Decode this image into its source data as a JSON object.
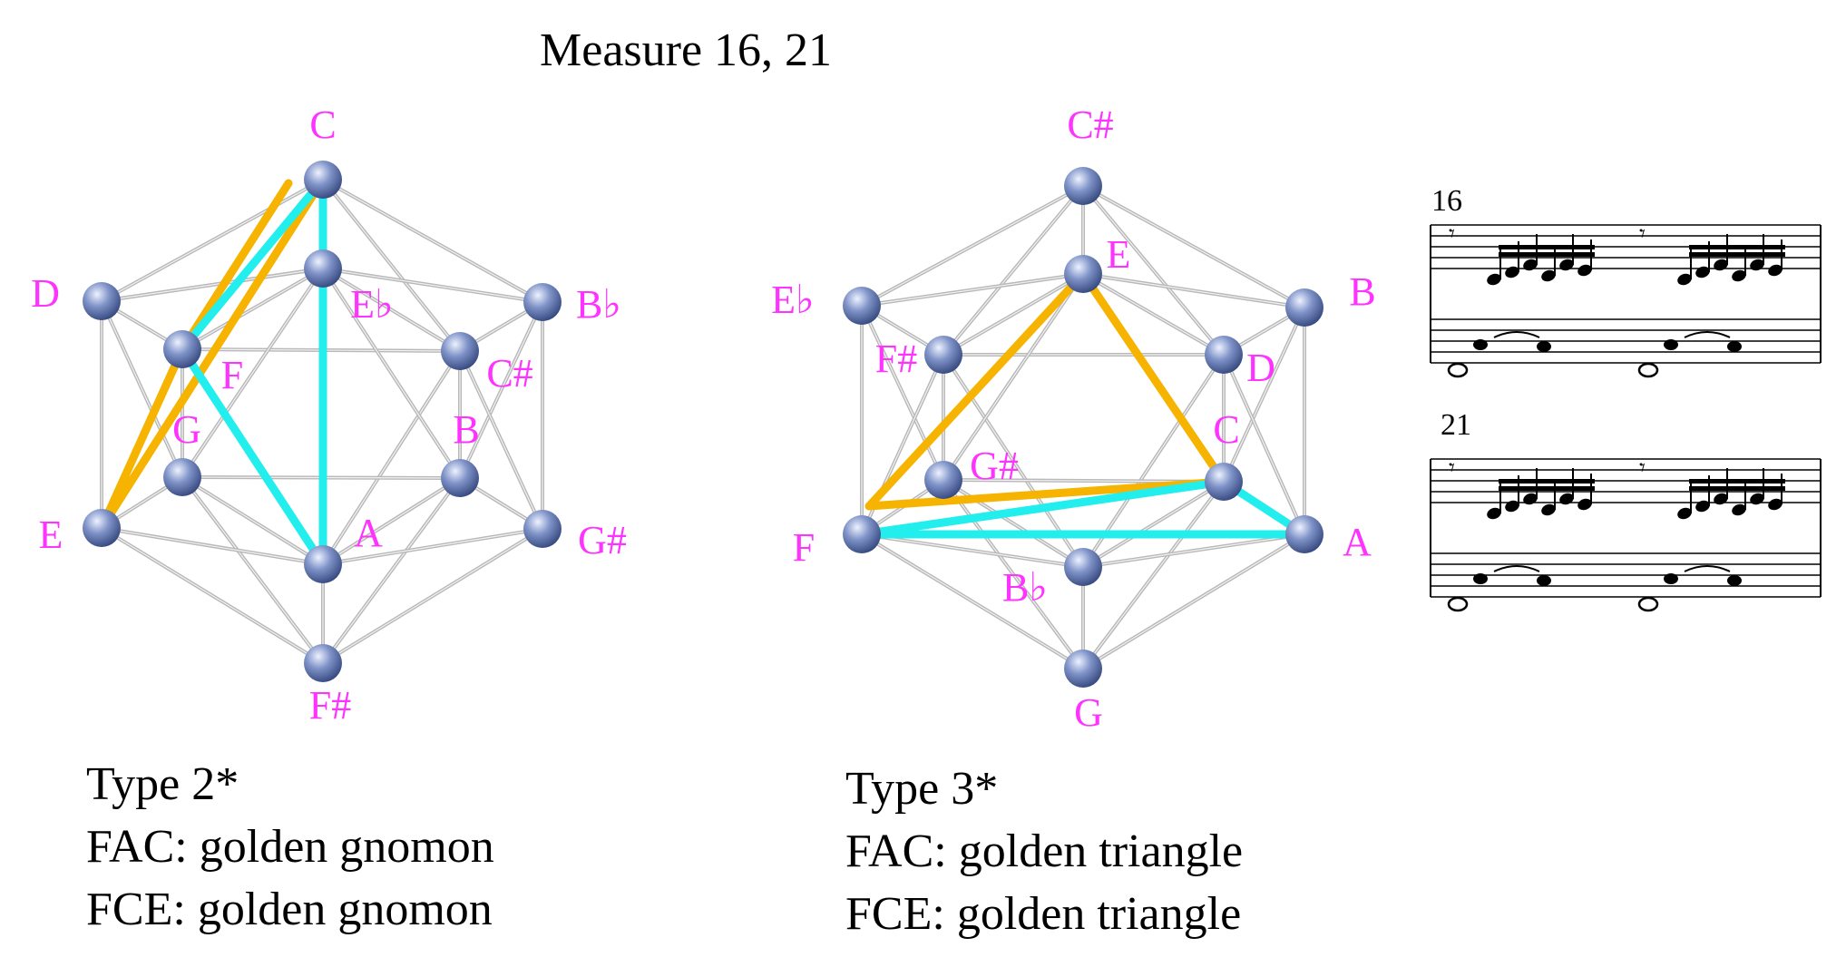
{
  "title": "Measure 16, 21",
  "colors": {
    "note_label": "#ff33ff",
    "edge": "#b8b8b8",
    "golden_gnomon_line": "#f6b400",
    "golden_triangle_line": "#22eeee",
    "node_fill": "#7f93c8",
    "node_dark": "#33477e"
  },
  "left_diagram": {
    "labels": {
      "C": "C",
      "D": "D",
      "Eb": "E♭",
      "Bb": "B♭",
      "F": "F",
      "Cs": "C#",
      "G": "G",
      "B": "B",
      "E": "E",
      "A": "A",
      "Gs": "G#",
      "Fs": "F#"
    },
    "caption": [
      "Type 2*",
      "FAC: golden gnomon",
      "FCE: golden gnomon"
    ]
  },
  "right_diagram": {
    "labels": {
      "Cs": "C#",
      "E": "E",
      "Eb": "E♭",
      "B": "B",
      "Fs": "F#",
      "D": "D",
      "C": "C",
      "Gs": "G#",
      "F": "F",
      "A": "A",
      "Bb": "B♭",
      "G": "G"
    },
    "caption": [
      "Type 3*",
      "FAC: golden triangle",
      "FCE: golden triangle"
    ]
  },
  "score": {
    "measure_a": "16",
    "measure_b": "21"
  }
}
